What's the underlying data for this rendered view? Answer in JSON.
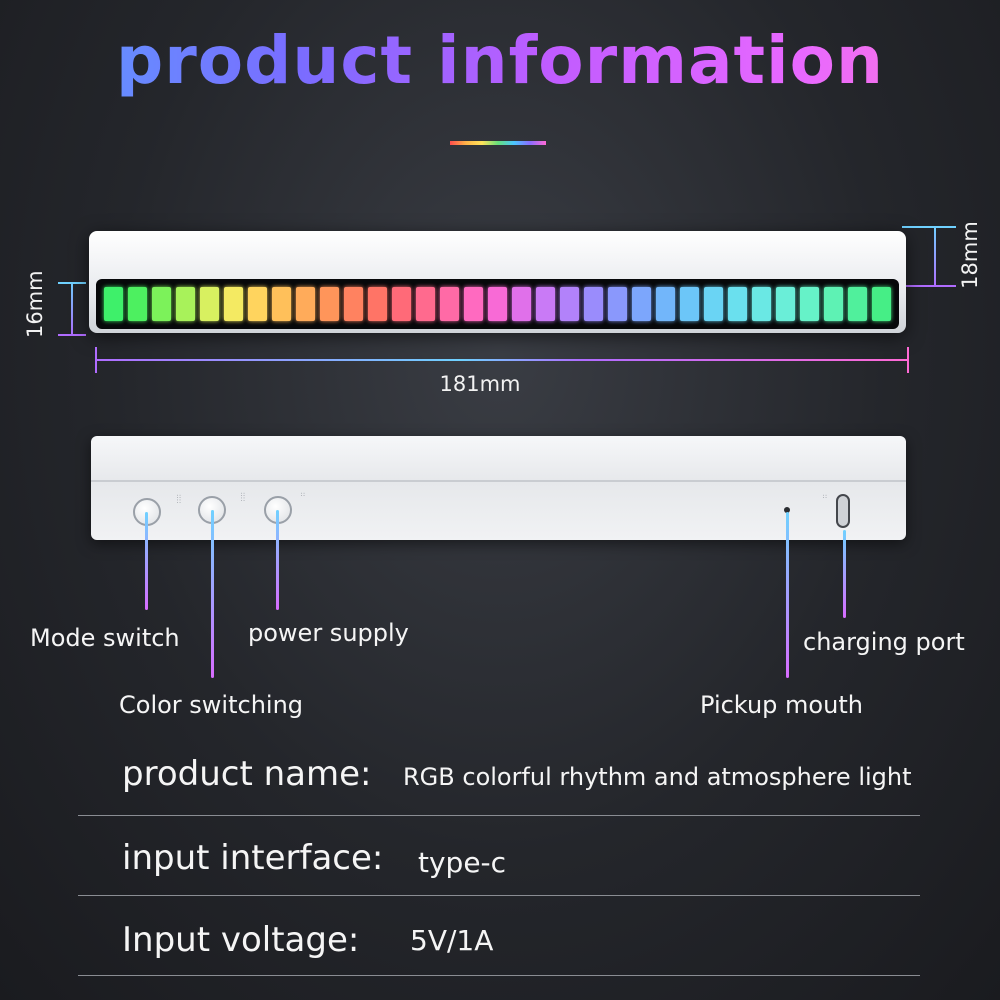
{
  "header": {
    "title": "product information"
  },
  "dimensions": {
    "height_left": "16mm",
    "height_right": "18mm",
    "length": "181mm"
  },
  "led_colors": [
    "#3ef06a",
    "#4df060",
    "#7cf25a",
    "#a8f25a",
    "#d8f060",
    "#f4ea62",
    "#ffd45e",
    "#ffc05a",
    "#ffab5a",
    "#ff955a",
    "#ff8260",
    "#ff7466",
    "#ff6a78",
    "#ff6a8e",
    "#ff6aa6",
    "#ff6ac0",
    "#f86ad6",
    "#e070ea",
    "#c97af6",
    "#b282fa",
    "#9a8cfc",
    "#8a98fc",
    "#7ca6fc",
    "#72b6fa",
    "#6cc6f8",
    "#6ad4f4",
    "#6ae0ee",
    "#6ae8e4",
    "#6aeed8",
    "#66f2c8",
    "#5ef2b4",
    "#50f09c",
    "#46ee86"
  ],
  "controls": {
    "mode_switch": "Mode switch",
    "color_switching": "Color switching",
    "power_supply": "power supply",
    "pickup_mouth": "Pickup mouth",
    "charging_port": "charging port"
  },
  "specs": [
    {
      "key": "product name:",
      "value": "RGB colorful rhythm and atmosphere light"
    },
    {
      "key": "input interface:",
      "value": "type-c"
    },
    {
      "key": "Input voltage:",
      "value": "5V/1A"
    }
  ]
}
